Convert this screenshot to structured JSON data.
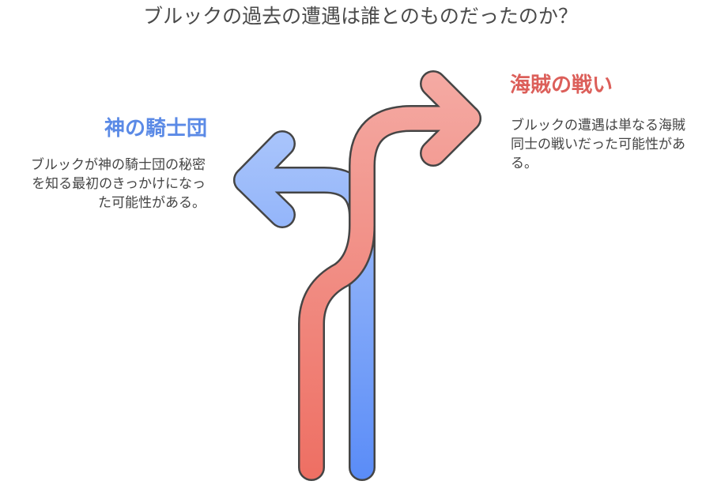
{
  "title": "ブルックの過去の遭遇は誰とのものだったのか？",
  "options": [
    {
      "heading": "神の騎士団",
      "description": "ブルックが神の騎士団の秘密を知る最初のきっかけになった可能性がある。",
      "color": "#5b8ae6"
    },
    {
      "heading": "海賊の戦い",
      "description": "ブルックの遭遇は単なる海賊同士の戦いだった可能性がある。",
      "color": "#dc5f5a"
    }
  ],
  "colors": {
    "blue_top": "#a7c3fb",
    "blue_bottom": "#5a8cf7",
    "red_top": "#f4a9a2",
    "red_bottom": "#ee6f63",
    "outline": "#454545"
  }
}
